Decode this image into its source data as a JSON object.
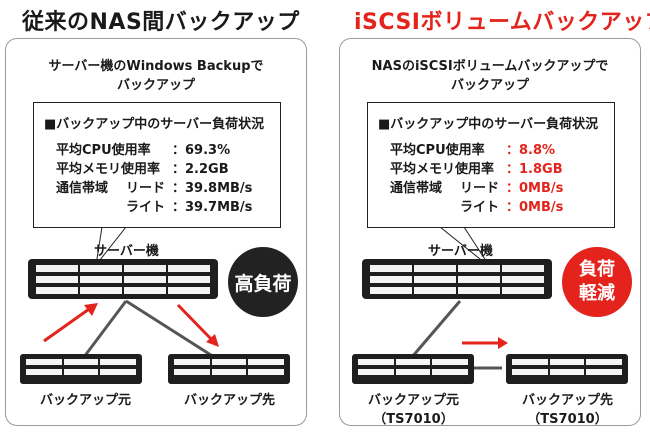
{
  "left": {
    "title": "従来のNAS間バックアップ",
    "subtitle_line1": "サーバー機のWindows Backupで",
    "subtitle_line2": "バックアップ",
    "stats_header": "■バックアップ中のサーバー負荷状況",
    "cpu_label": "平均CPU使用率",
    "cpu_value": "：69.3%",
    "mem_label": "平均メモリ使用率",
    "mem_value": "：2.2GB",
    "bw_label": "通信帯域",
    "read_label": "リード",
    "read_value": "：39.8MB/s",
    "write_label": "ライト",
    "write_value": "：39.7MB/s",
    "server_label": "サーバー機",
    "badge_text": "高負荷",
    "source_label": "バックアップ元",
    "dest_label": "バックアップ先"
  },
  "right": {
    "title": "iSCSIボリュームバックアップ",
    "subtitle_line1": "NASのiSCSIボリュームバックアップで",
    "subtitle_line2": "バックアップ",
    "stats_header": "■バックアップ中のサーバー負荷状況",
    "cpu_label": "平均CPU使用率",
    "cpu_value": "：8.8%",
    "mem_label": "平均メモリ使用率",
    "mem_value": "：1.8GB",
    "bw_label": "通信帯域",
    "read_label": "リード",
    "read_value": "：0MB/s",
    "write_label": "ライト",
    "write_value": "：0MB/s",
    "server_label": "サーバー機",
    "badge_line1": "負荷",
    "badge_line2": "軽減",
    "source_label": "バックアップ元",
    "source_model": "（TS7010）",
    "dest_label": "バックアップ先",
    "dest_model": "（TS7010）"
  },
  "colors": {
    "accent_red": "#e3231c",
    "dark": "#1a1a1a",
    "badge_dark": "#222222"
  }
}
